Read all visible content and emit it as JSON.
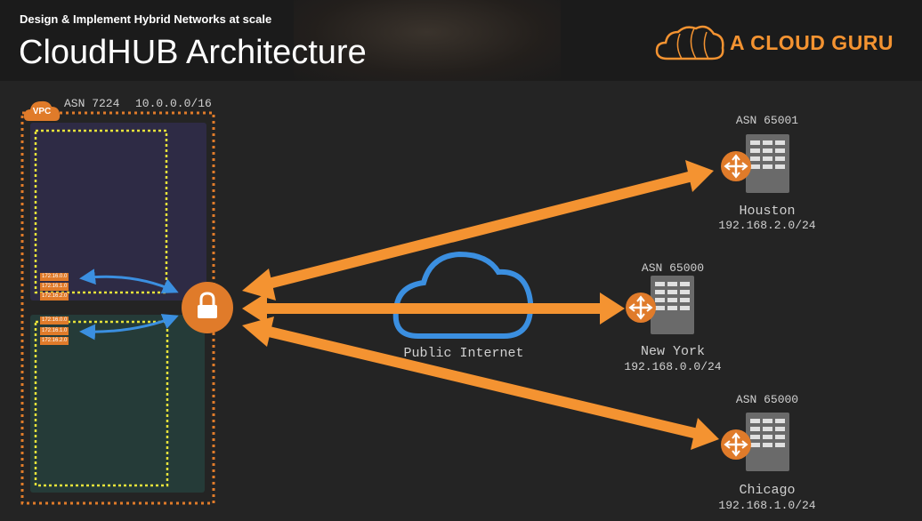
{
  "header": {
    "subtitle": "Design & Implement Hybrid Networks at scale",
    "title": "CloudHUB Architecture",
    "brand": "A CLOUD GURU",
    "brand_color": "#f49331"
  },
  "vpc": {
    "badge": "VPC",
    "asn": "ASN 7224",
    "cidr": "10.0.0.0/16",
    "subnet_a_tags": [
      "172.16.0.0",
      "172.16.1.0",
      "172.16.2.0"
    ],
    "subnet_b_tags": [
      "172.16.0.0",
      "172.16.1.0",
      "172.16.2.0"
    ],
    "colors": {
      "border": "#e07b2a",
      "subnet_a": "#2e2b45",
      "subnet_b": "#253b38",
      "subnet_border": "#e6e23a"
    }
  },
  "gateway": {
    "icon": "lock-icon",
    "color": "#e07b2a"
  },
  "internet": {
    "label": "Public Internet",
    "icon": "cloud-icon",
    "color": "#3b8fe0"
  },
  "sites": [
    {
      "city": "Houston",
      "asn": "ASN 65001",
      "cidr": "192.168.2.0/24"
    },
    {
      "city": "New York",
      "asn": "ASN 65000",
      "cidr": "192.168.0.0/24"
    },
    {
      "city": "Chicago",
      "asn": "ASN 65000",
      "cidr": "192.168.1.0/24"
    }
  ],
  "colors": {
    "arrow": "#f49331",
    "background": "#242424",
    "blue_arrow": "#3b8fe0"
  }
}
